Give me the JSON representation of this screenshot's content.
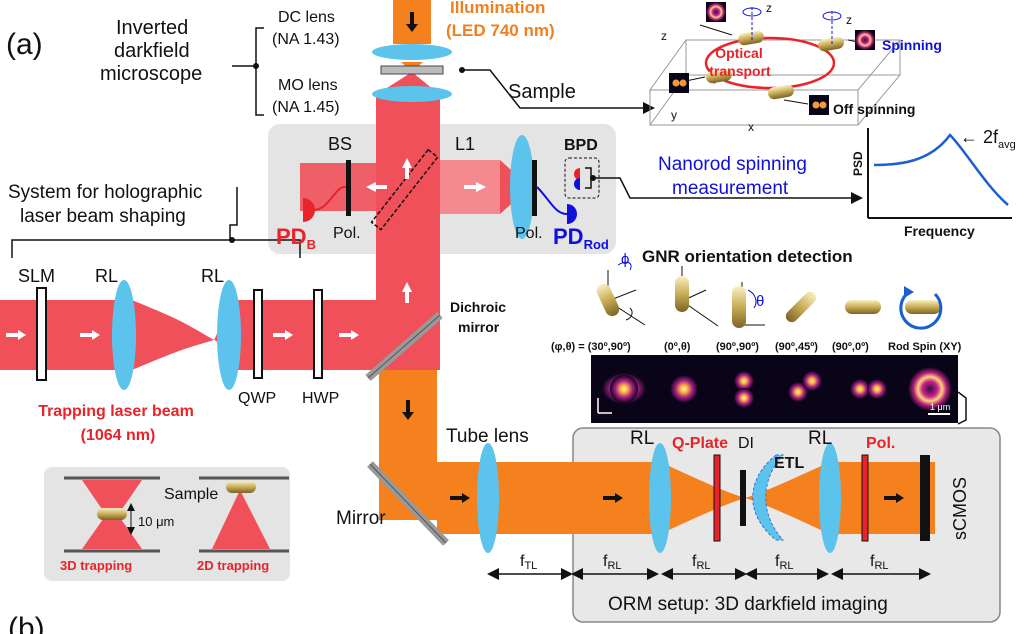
{
  "panel_label": "(a)",
  "panel_label_b": "(b)",
  "microscope": {
    "title_lines": [
      "Inverted",
      "darkfield",
      "microscope"
    ],
    "dc_lens": [
      "DC lens",
      "(NA 1.43)"
    ],
    "mo_lens": [
      "MO lens",
      "(NA 1.45)"
    ],
    "illumination": [
      "Illumination",
      "(LED 740 nm)"
    ],
    "sample": "Sample"
  },
  "transport": {
    "optical_transport": [
      "Optical",
      "transport"
    ],
    "spinning": "Spinning",
    "off_spinning": "Off spinning",
    "axis_z1": "z",
    "axis_z2": "z",
    "axis_z3": "z",
    "axis_y": "y",
    "axis_x": "x"
  },
  "detection_box": {
    "bs": "BS",
    "l1": "L1",
    "bpd": "BPD",
    "pol_left": "Pol.",
    "pol_right": "Pol.",
    "pd_b": "PD",
    "pd_b_sub": "B",
    "pd_rod": "PD",
    "pd_rod_sub": "Rod"
  },
  "spin_measurement": [
    "Nanorod spinning",
    "measurement"
  ],
  "psd_plot": {
    "ylabel": "PSD",
    "xlabel": "Frequency",
    "peak_label": "← 2f",
    "peak_sub": "avg"
  },
  "holographic": {
    "title": [
      "System for holographic",
      "laser beam shaping"
    ],
    "slm": "SLM",
    "rl1": "RL",
    "rl2": "RL",
    "qwp": "QWP",
    "hwp": "HWP",
    "trapping": [
      "Trapping laser beam",
      "(1064 nm)"
    ],
    "dichroic": [
      "Dichroic",
      "mirror"
    ]
  },
  "trap_inset": {
    "sample": "Sample",
    "scale": "10 μm",
    "trap3d": "3D trapping",
    "trap2d": "2D trapping"
  },
  "gnr": {
    "title": "GNR orientation detection",
    "labels": [
      "(φ,θ) = (30º,90º)",
      "(0º,θ)",
      "(90º,90º)",
      "(90º,45º)",
      "(90º,0º)",
      "Rod Spin (XY)"
    ],
    "scale": "1 μm",
    "axis_phi": "ϕ",
    "axis_theta": "θ"
  },
  "orm": {
    "tube_lens": "Tube lens",
    "mirror": "Mirror",
    "rl_a": "RL",
    "rl_b": "RL",
    "qplate": "Q-Plate",
    "di": "DI",
    "etl": "ETL",
    "pol": "Pol.",
    "scmos": "sCMOS",
    "setup_label": "ORM setup: 3D darkfield imaging",
    "f_labels": [
      "f",
      "f",
      "f",
      "f",
      "f"
    ],
    "f_subs": [
      "TL",
      "RL",
      "RL",
      "RL",
      "RL"
    ]
  },
  "colors": {
    "laser": "#f0505a",
    "illum": "#f5801e",
    "lens": "#5cc3ec",
    "box": "#e4e4e4",
    "accent_blue": "#1010dd",
    "accent_red": "#e8232a"
  }
}
